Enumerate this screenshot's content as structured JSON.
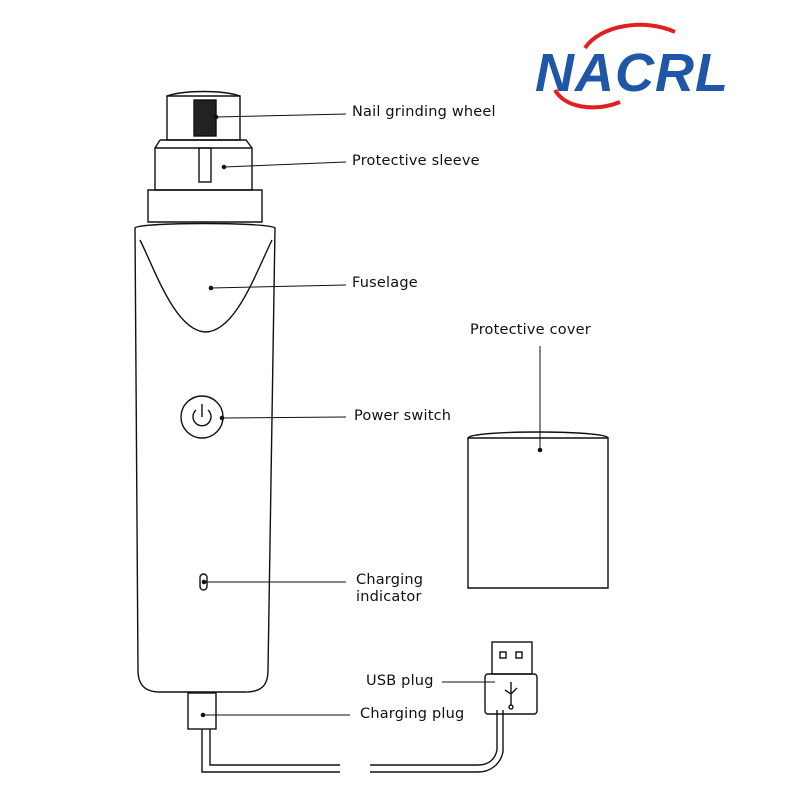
{
  "brand": {
    "name": "NACRL",
    "text_color": "#1f56a6",
    "swoosh_color": "#e02020"
  },
  "labels": {
    "nail_grinding_wheel": "Nail grinding wheel",
    "protective_sleeve": "Protective sleeve",
    "fuselage": "Fuselage",
    "protective_cover": "Protective cover",
    "power_switch": "Power switch",
    "charging_indicator_line1": "Charging",
    "charging_indicator_line2": "indicator",
    "usb_plug": "USB plug",
    "charging_plug": "Charging plug"
  },
  "icons": [
    "power-icon",
    "usb-icon"
  ]
}
